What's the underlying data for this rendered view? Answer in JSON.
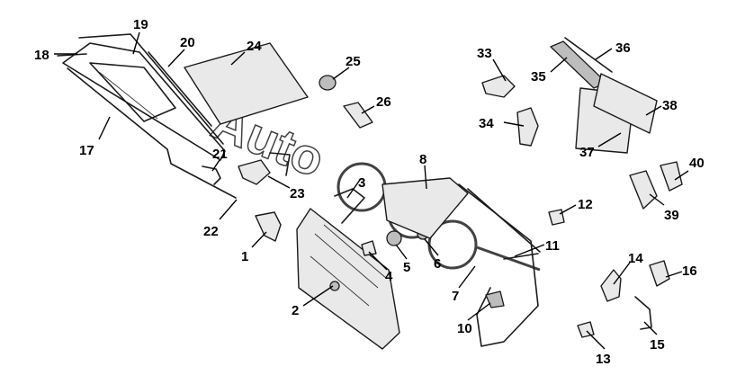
{
  "callouts": [
    {
      "id": "1",
      "label": "1"
    },
    {
      "id": "2",
      "label": "2"
    },
    {
      "id": "3",
      "label": "3"
    },
    {
      "id": "4",
      "label": "4"
    },
    {
      "id": "5",
      "label": "5"
    },
    {
      "id": "6",
      "label": "6"
    },
    {
      "id": "7",
      "label": "7"
    },
    {
      "id": "8",
      "label": "8"
    },
    {
      "id": "10",
      "label": "10"
    },
    {
      "id": "11",
      "label": "11"
    },
    {
      "id": "12",
      "label": "12"
    },
    {
      "id": "13",
      "label": "13"
    },
    {
      "id": "14",
      "label": "14"
    },
    {
      "id": "15",
      "label": "15"
    },
    {
      "id": "16",
      "label": "16"
    },
    {
      "id": "17",
      "label": "17"
    },
    {
      "id": "18",
      "label": "18"
    },
    {
      "id": "19",
      "label": "19"
    },
    {
      "id": "20",
      "label": "20"
    },
    {
      "id": "21",
      "label": "21"
    },
    {
      "id": "22",
      "label": "22"
    },
    {
      "id": "23",
      "label": "23"
    },
    {
      "id": "24",
      "label": "24"
    },
    {
      "id": "25",
      "label": "25"
    },
    {
      "id": "26",
      "label": "26"
    },
    {
      "id": "33",
      "label": "33"
    },
    {
      "id": "34",
      "label": "34"
    },
    {
      "id": "35",
      "label": "35"
    },
    {
      "id": "36",
      "label": "36"
    },
    {
      "id": "37",
      "label": "37"
    },
    {
      "id": "38",
      "label": "38"
    },
    {
      "id": "39",
      "label": "39"
    },
    {
      "id": "40",
      "label": "40"
    }
  ],
  "watermark": {
    "text": "Auto"
  }
}
